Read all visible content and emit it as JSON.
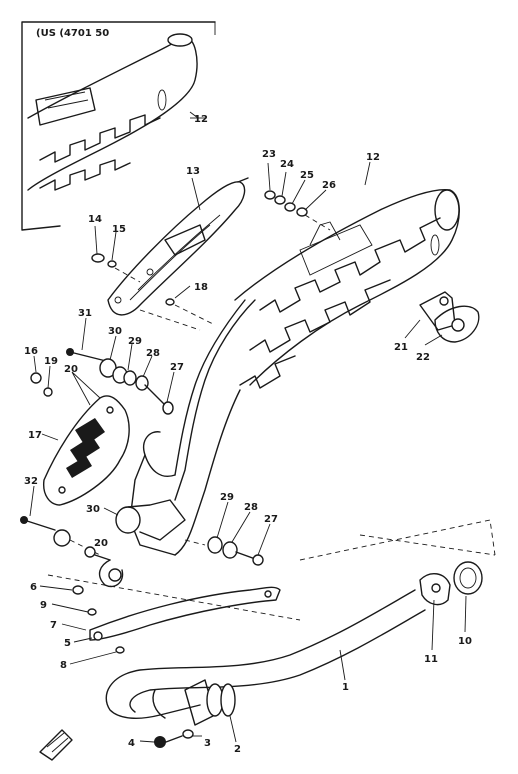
{
  "inset": {
    "title": "(US (4701 50"
  },
  "labels": [
    {
      "id": "inset-12",
      "text": "12"
    },
    {
      "id": "p12",
      "text": "12"
    },
    {
      "id": "p13",
      "text": "13"
    },
    {
      "id": "p14",
      "text": "14"
    },
    {
      "id": "p15",
      "text": "15"
    },
    {
      "id": "p18a",
      "text": "18"
    },
    {
      "id": "p23",
      "text": "23"
    },
    {
      "id": "p24",
      "text": "24"
    },
    {
      "id": "p25",
      "text": "25"
    },
    {
      "id": "p26",
      "text": "26"
    },
    {
      "id": "p21",
      "text": "21"
    },
    {
      "id": "p22",
      "text": "22"
    },
    {
      "id": "p31",
      "text": "31"
    },
    {
      "id": "p30a",
      "text": "30"
    },
    {
      "id": "p29a",
      "text": "29"
    },
    {
      "id": "p28a",
      "text": "28"
    },
    {
      "id": "p27a",
      "text": "27"
    },
    {
      "id": "p16",
      "text": "16"
    },
    {
      "id": "p19",
      "text": "19"
    },
    {
      "id": "p20a",
      "text": "20"
    },
    {
      "id": "p17",
      "text": "17"
    },
    {
      "id": "p32",
      "text": "32"
    },
    {
      "id": "p30b",
      "text": "30"
    },
    {
      "id": "p20b",
      "text": "20"
    },
    {
      "id": "p29b",
      "text": "29"
    },
    {
      "id": "p28b",
      "text": "28"
    },
    {
      "id": "p27b",
      "text": "27"
    },
    {
      "id": "p6",
      "text": "6"
    },
    {
      "id": "p9a",
      "text": "9"
    },
    {
      "id": "p7",
      "text": "7"
    },
    {
      "id": "p5",
      "text": "5"
    },
    {
      "id": "p8",
      "text": "8"
    },
    {
      "id": "p1",
      "text": "1"
    },
    {
      "id": "p11",
      "text": "11"
    },
    {
      "id": "p10",
      "text": "10"
    },
    {
      "id": "p4",
      "text": "4"
    },
    {
      "id": "p3",
      "text": "3"
    },
    {
      "id": "p2",
      "text": "2"
    }
  ]
}
